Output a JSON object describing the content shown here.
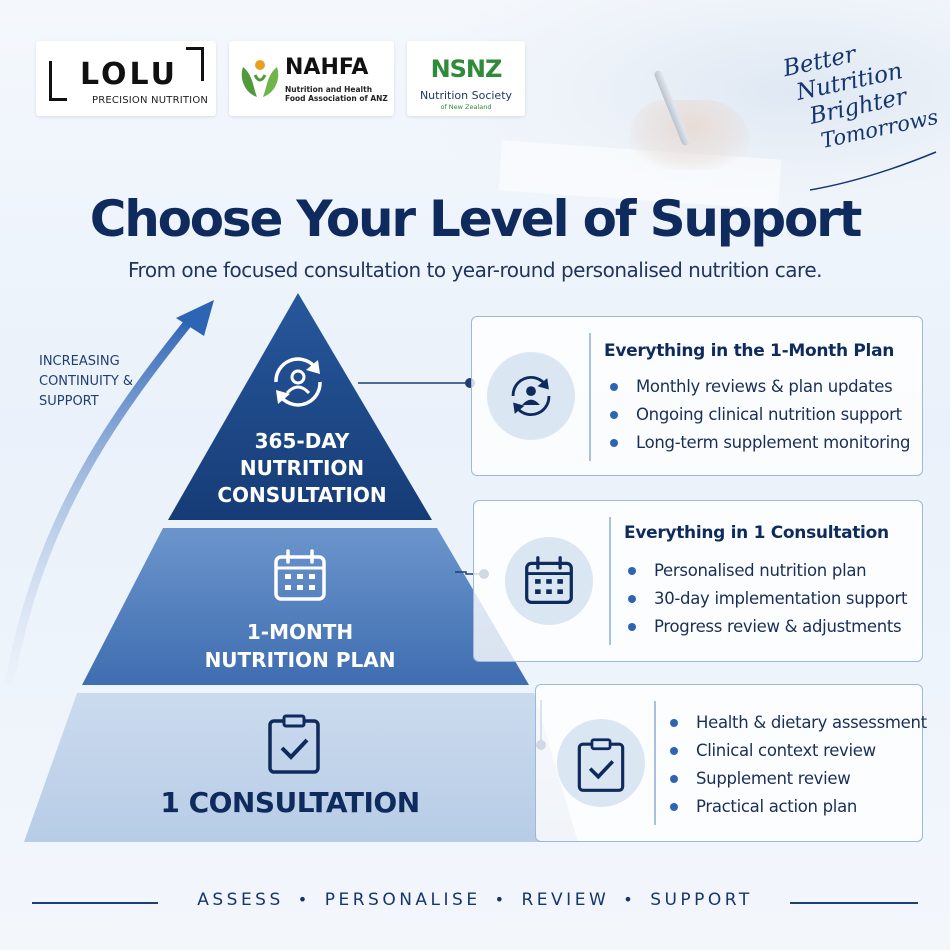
{
  "logos": {
    "lolu": {
      "wordmark": "LOLU",
      "subtitle": "PRECISION NUTRITION"
    },
    "nahfa": {
      "wordmark": "NAHFA",
      "subtitle_line1": "Nutrition and Health",
      "subtitle_line2": "Food Association of ANZ"
    },
    "nsnz": {
      "wordmark": "NSNZ",
      "name": "Nutrition Society",
      "subtitle": "of New Zealand"
    }
  },
  "tagline": {
    "line1": "Better",
    "line2": "Nutrition",
    "line3": "Brighter",
    "line4": "Tomorrows"
  },
  "header": {
    "title": "Choose Your Level of Support",
    "subtitle": "From one focused consultation to year-round personalised nutrition care."
  },
  "side_label": {
    "line1": "INCREASING",
    "line2": "CONTINUITY &",
    "line3": "SUPPORT"
  },
  "tiers": {
    "top": {
      "line1": "365-DAY",
      "line2": "NUTRITION",
      "line3": "CONSULTATION",
      "icon": "refresh-user-icon"
    },
    "middle": {
      "line1": "1-MONTH",
      "line2": "NUTRITION PLAN",
      "icon": "calendar-icon"
    },
    "bottom": {
      "line1": "1 CONSULTATION",
      "icon": "clipboard-check-icon"
    }
  },
  "cards": {
    "annual": {
      "heading": "Everything in the 1-Month Plan",
      "items": [
        "Monthly reviews & plan updates",
        "Ongoing clinical nutrition support",
        "Long-term supplement monitoring"
      ]
    },
    "monthly": {
      "heading": "Everything in 1 Consultation",
      "items": [
        "Personalised nutrition plan",
        "30-day implementation support",
        "Progress review & adjustments"
      ]
    },
    "single": {
      "items": [
        "Health & dietary assessment",
        "Clinical context review",
        "Supplement review",
        "Practical action plan"
      ]
    }
  },
  "footer": {
    "w1": "ASSESS",
    "w2": "PERSONALISE",
    "w3": "REVIEW",
    "w4": "SUPPORT",
    "separator": "•"
  },
  "colors": {
    "navy": "#0f2a5c",
    "tier_top": "#1e4a8a",
    "tier_middle": "#4f7cbd",
    "tier_bottom": "#c6d8ee",
    "accent_blue": "#2e64b4",
    "nsnz_green": "#2f8a3a"
  }
}
